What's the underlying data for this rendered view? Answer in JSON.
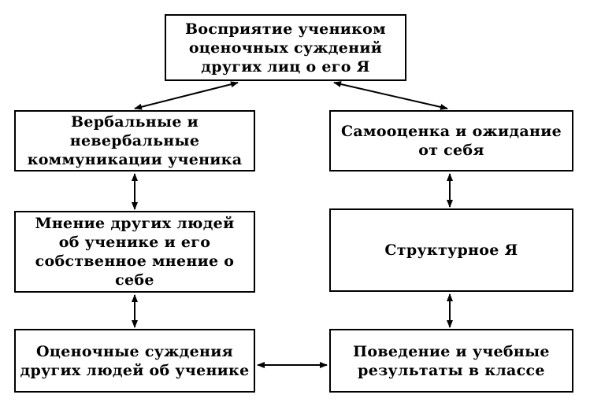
{
  "diagram": {
    "nodes": {
      "top": {
        "lines": [
          "Восприятие учеником",
          "оценочных суждений",
          "других лиц о его Я"
        ]
      },
      "verbal": {
        "lines": [
          "Вербальные и",
          "невербальные",
          "коммуникации ученика"
        ]
      },
      "self_esteem": {
        "lines": [
          "Самооценка и ожидание",
          "от себя"
        ]
      },
      "opinion": {
        "lines": [
          "Мнение других людей",
          "об ученике и его",
          "собственное мнение о",
          "себе"
        ]
      },
      "structural": {
        "lines": [
          "Структурное Я"
        ]
      },
      "judgments": {
        "lines": [
          "Оценочные суждения",
          "других людей об ученике"
        ]
      },
      "behavior": {
        "lines": [
          "Поведение и учебные",
          "результаты в классе"
        ]
      }
    },
    "edges": [
      {
        "from": "top",
        "to": "verbal",
        "direction": "both"
      },
      {
        "from": "top",
        "to": "self_esteem",
        "direction": "both"
      },
      {
        "from": "verbal",
        "to": "opinion",
        "direction": "both"
      },
      {
        "from": "self_esteem",
        "to": "structural",
        "direction": "both"
      },
      {
        "from": "opinion",
        "to": "judgments",
        "direction": "both"
      },
      {
        "from": "structural",
        "to": "behavior",
        "direction": "both"
      },
      {
        "from": "judgments",
        "to": "behavior",
        "direction": "both"
      }
    ]
  }
}
